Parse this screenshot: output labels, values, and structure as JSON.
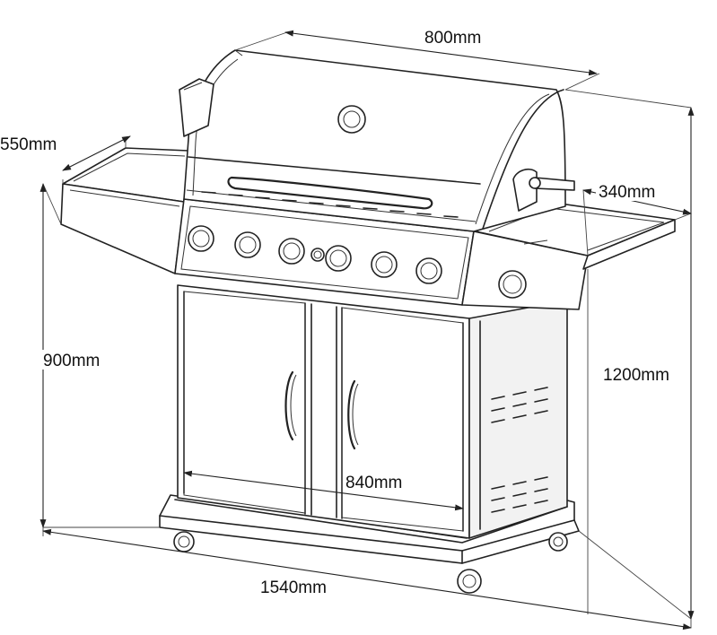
{
  "dimensions": {
    "lid_width": "800mm",
    "side_shelf_depth": "550mm",
    "right_shelf_width": "340mm",
    "total_height": "1200mm",
    "cabinet_height": "900mm",
    "cabinet_width": "840mm",
    "overall_width": "1540mm"
  },
  "colors": {
    "line": "#222222",
    "background": "#ffffff"
  }
}
